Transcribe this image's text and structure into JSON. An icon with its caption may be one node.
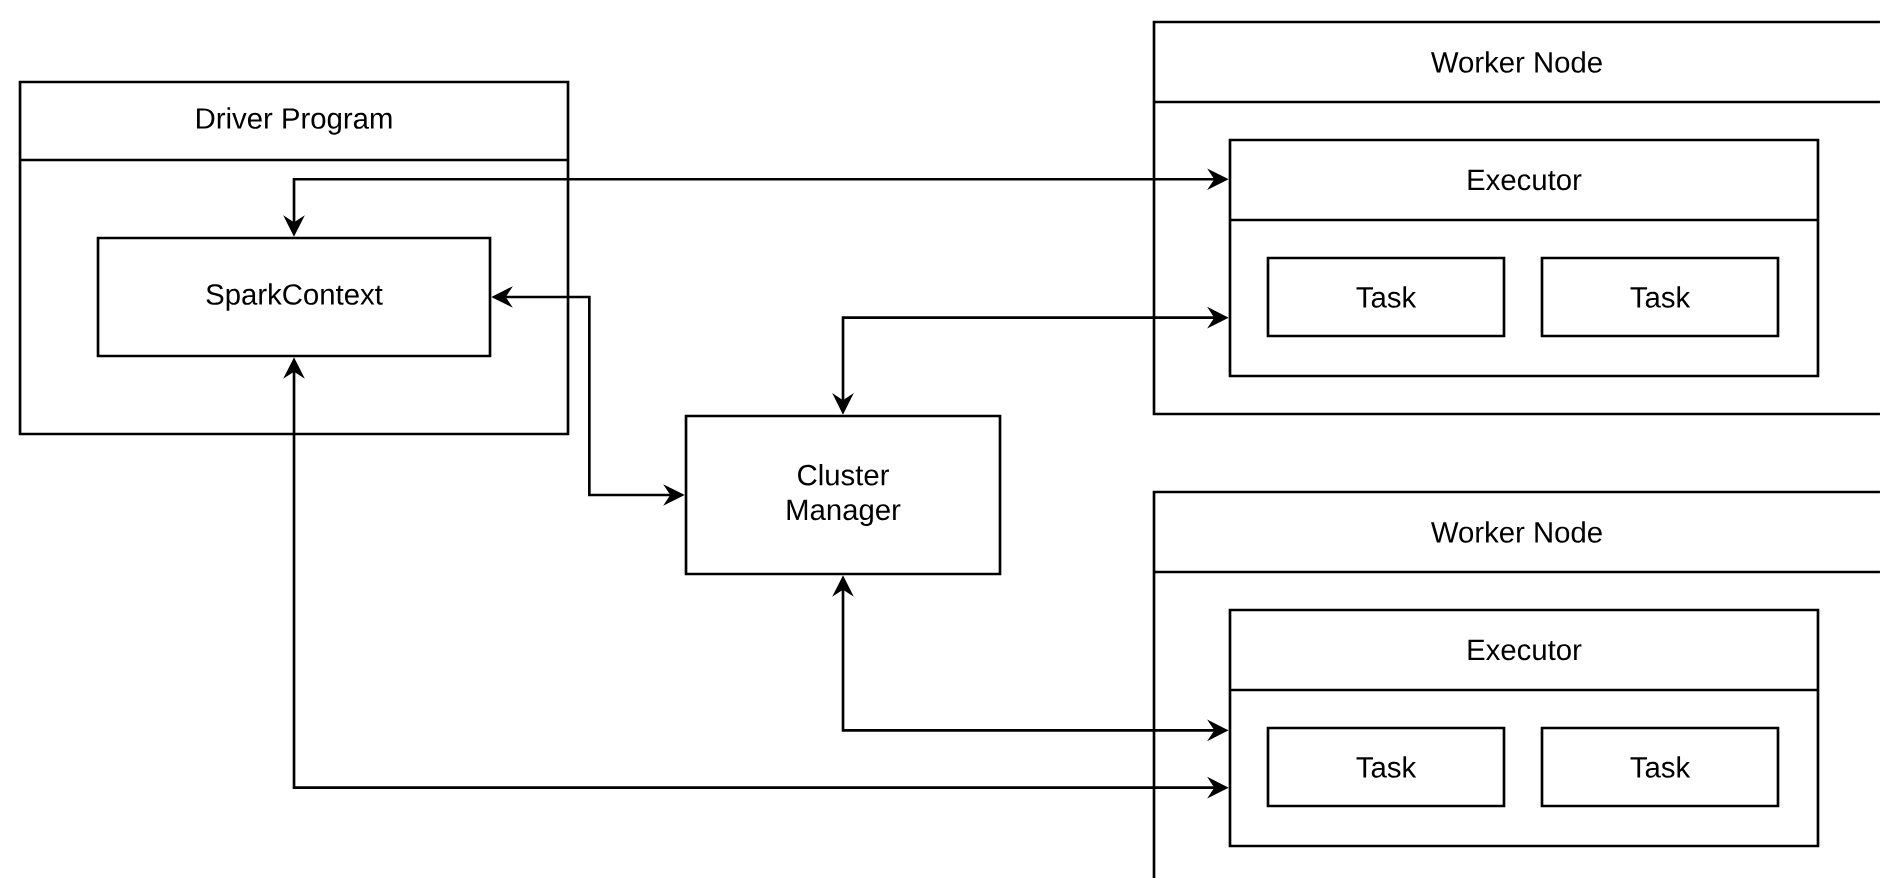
{
  "diagram": {
    "nodes": [
      {
        "text": [
          "Driver Program"
        ]
      },
      {
        "text": [
          "SparkContext"
        ],
        "in": 0
      },
      {
        "text": [
          "Cluster Manager"
        ]
      },
      {
        "text": [
          "Worker Node"
        ]
      },
      {
        "text": [
          "Executor"
        ],
        "in": 3
      },
      {
        "text": [
          "Task"
        ],
        "in": 4
      },
      {
        "text": [
          "Task"
        ],
        "in": 4
      },
      {
        "text": [
          "Worker Node"
        ]
      },
      {
        "text": [
          "Executor"
        ],
        "in": 7
      },
      {
        "text": [
          "Task"
        ],
        "in": 8
      },
      {
        "text": [
          "Task"
        ],
        "in": 8
      }
    ],
    "edges": [
      {
        "from": 1,
        "to": 4,
        "arrow": "both"
      },
      {
        "from": 1,
        "to": 2,
        "arrow": "both"
      },
      {
        "from": 2,
        "to": 4,
        "arrow": "both"
      },
      {
        "from": 2,
        "to": 8,
        "arrow": "both"
      },
      {
        "from": 1,
        "to": 8,
        "arrow": "both"
      }
    ]
  }
}
